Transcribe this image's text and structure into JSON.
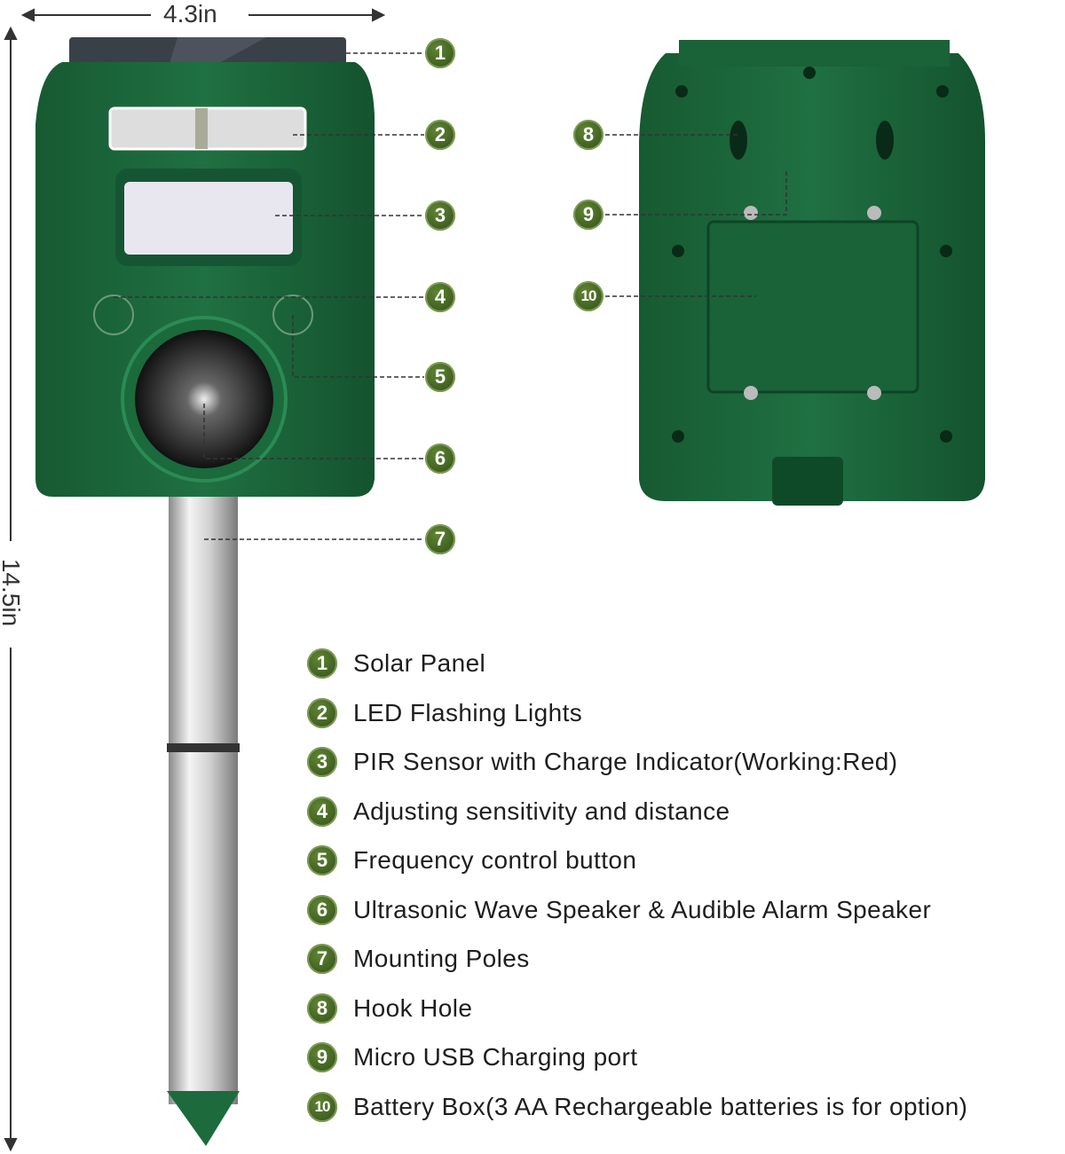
{
  "dimensions": {
    "width_label": "4.3in",
    "height_label": "14.5in"
  },
  "callouts": {
    "front": [
      "1",
      "2",
      "3",
      "4",
      "5",
      "6",
      "7"
    ],
    "back": [
      "8",
      "9",
      "10"
    ]
  },
  "legend": [
    {
      "num": "1",
      "text": "Solar Panel"
    },
    {
      "num": "2",
      "text": "LED Flashing Lights"
    },
    {
      "num": "3",
      "text": "PIR Sensor with Charge Indicator(Working:Red)"
    },
    {
      "num": "4",
      "text": "Adjusting sensitivity and distance"
    },
    {
      "num": "5",
      "text": "Frequency control button"
    },
    {
      "num": "6",
      "text": "Ultrasonic Wave Speaker & Audible Alarm Speaker"
    },
    {
      "num": "7",
      "text": "Mounting Poles"
    },
    {
      "num": "8",
      "text": "Hook Hole"
    },
    {
      "num": "9",
      "text": "Micro USB Charging port"
    },
    {
      "num": "10",
      "text": "Battery Box(3 AA Rechargeable batteries is for option)"
    }
  ],
  "colors": {
    "device_green": "#1d6a3c",
    "badge_green": "#4a6b26",
    "pole_silver": "#c9c9c9"
  }
}
